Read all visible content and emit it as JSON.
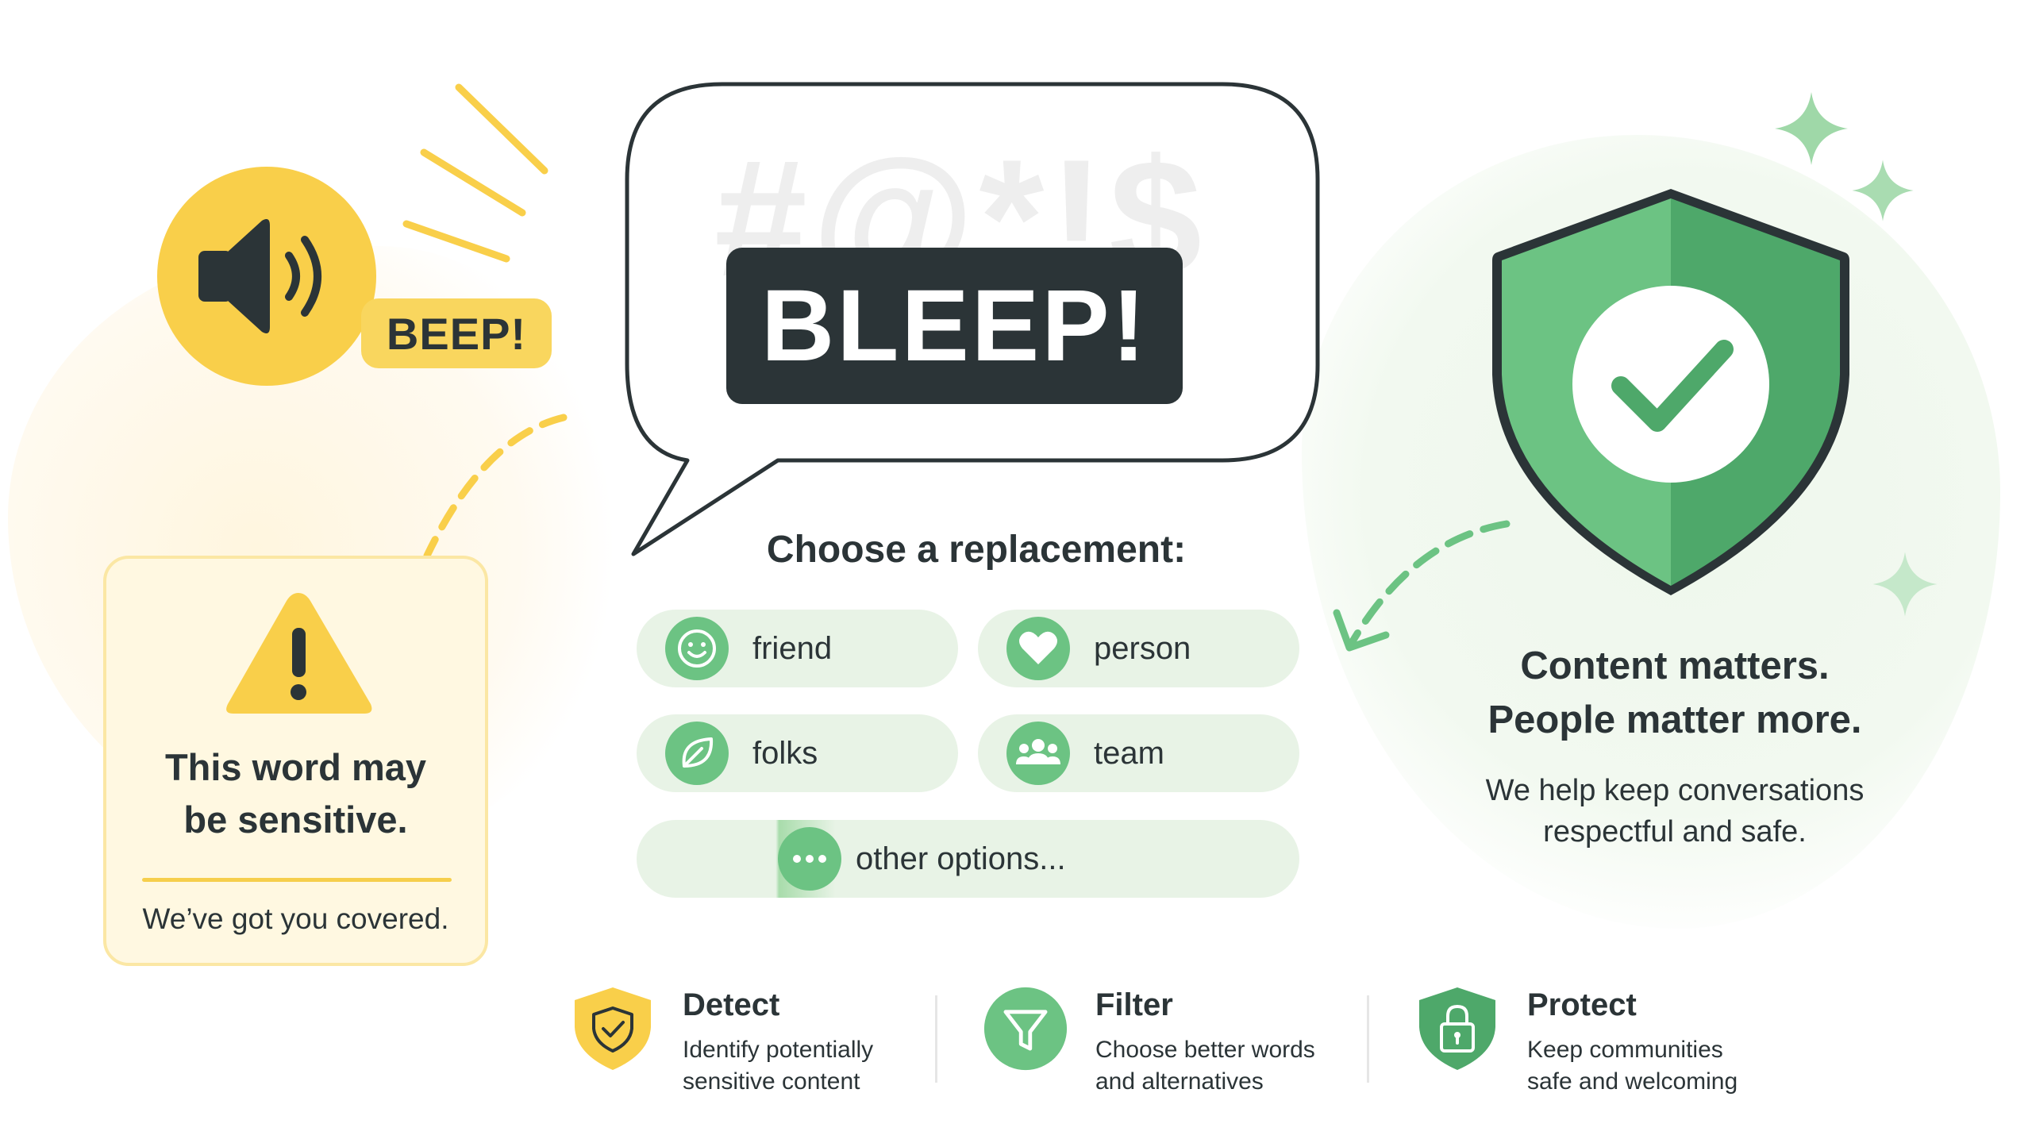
{
  "colors": {
    "yellow": "#f9cf4a",
    "green": "#6cc383",
    "dark": "#2b3437",
    "pill_bg": "#e8f3e6",
    "card_bg": "#fff8e1"
  },
  "speaker": {
    "icon": "speaker-volume-icon",
    "badge": "BEEP!"
  },
  "bubble": {
    "symbols": "#@*!$",
    "bleep": "BLEEP!"
  },
  "warning": {
    "icon": "warning-triangle-icon",
    "title": "This word may\nbe sensitive.",
    "subtitle": "We’ve got you covered."
  },
  "chooser": {
    "title": "Choose a replacement:",
    "options": [
      {
        "label": "friend",
        "icon": "smile-face-icon"
      },
      {
        "label": "person",
        "icon": "heart-icon"
      },
      {
        "label": "folks",
        "icon": "leaf-icon"
      },
      {
        "label": "team",
        "icon": "group-people-icon"
      },
      {
        "label": "other options...",
        "icon": "more-dots-icon"
      }
    ]
  },
  "shield": {
    "icon": "shield-check-icon",
    "title": "Content matters.\nPeople matter more.",
    "subtitle": "We help keep conversations\nrespectful and safe."
  },
  "features": [
    {
      "title": "Detect",
      "desc": "Identify potentially\nsensitive content",
      "icon": "shield-check-icon"
    },
    {
      "title": "Filter",
      "desc": "Choose better words\nand alternatives",
      "icon": "funnel-icon"
    },
    {
      "title": "Protect",
      "desc": "Keep communities\nsafe and welcoming",
      "icon": "padlock-icon"
    }
  ]
}
